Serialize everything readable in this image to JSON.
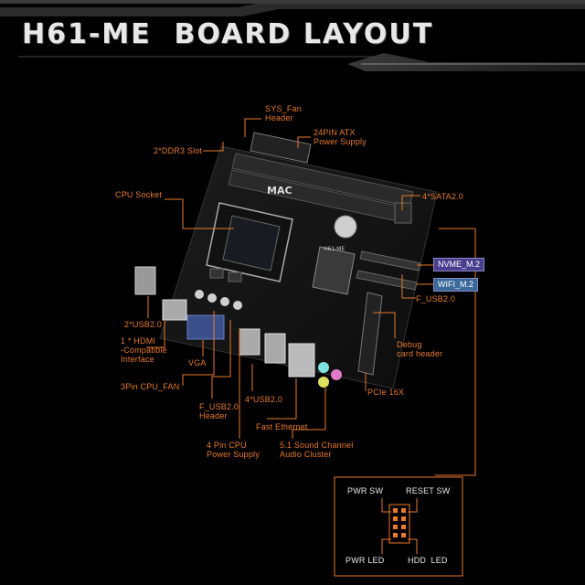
{
  "title": "H61-ME  BOARD LAYOUT",
  "colors": {
    "accent": "#e87a2a",
    "background": "#000000",
    "nvme_fill": "#4a3f8f",
    "wifi_fill": "#3a6a9a"
  },
  "labels": {
    "sys_fan": "SYS_Fan\nHeader",
    "atx_24pin": "24PIN ATX\nPower Supply",
    "ddr3": "2*DDR3 Slot",
    "cpu_socket": "CPU Socket",
    "sata": "4*SATA2.0",
    "nvme": "NVME_M.2",
    "wifi": "WIFI_M.2",
    "f_usb_right": "F_USB2.0",
    "usb_left": "2*USB2.0",
    "hdmi": "1 * HDMI\n-Compatible\nInterface",
    "vga": "VGA",
    "cpu_fan": "3Pin CPU_FAN",
    "debug": "Debug\ncard header",
    "pcie": "PCIe 16X",
    "f_usb_header": "F_USB2.0\nHeader",
    "usb_rear": "4*USB2.0",
    "ethernet": "Fast Ethernet",
    "cpu_power": "4 Pin CPU\nPower Supply",
    "audio": "5.1 Sound Channel\nAudio Cluster"
  },
  "panel": {
    "pwr_sw": "PWR SW",
    "reset_sw": "RESET SW",
    "pwr_led": "PWR LED",
    "hdd_led": "HDD  LED"
  },
  "board_text": {
    "brand": "MAC",
    "model": "H61-ME"
  }
}
